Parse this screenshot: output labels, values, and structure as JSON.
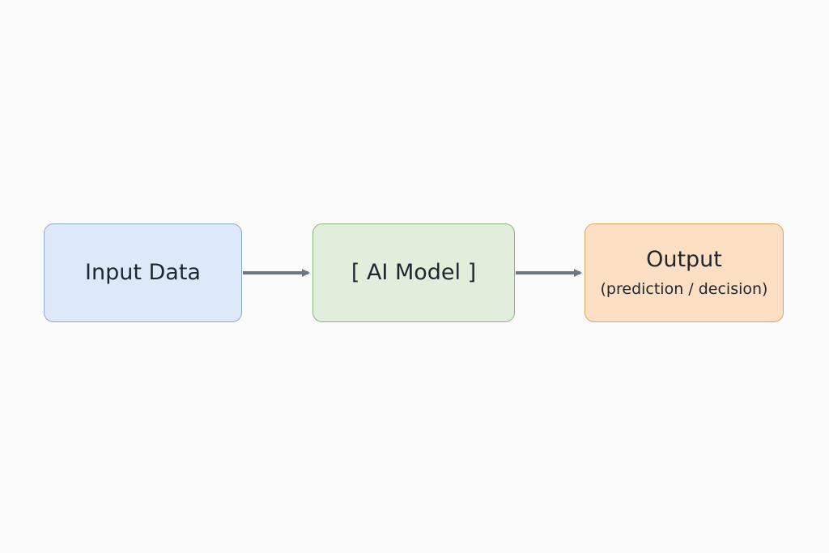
{
  "diagram": {
    "nodes": [
      {
        "id": "input",
        "label": "Input Data",
        "fill": "#dde8f8",
        "stroke": "#8ea9cf"
      },
      {
        "id": "model",
        "label": "[ AI Model ]",
        "fill": "#e0eedb",
        "stroke": "#8fb57f"
      },
      {
        "id": "output",
        "label": "Output",
        "sublabel": "(prediction / decision)",
        "fill": "#fde0c3",
        "stroke": "#e4a35e"
      }
    ],
    "edges": [
      {
        "from": "input",
        "to": "model"
      },
      {
        "from": "model",
        "to": "output"
      }
    ],
    "arrow_color": "#6b7585"
  }
}
